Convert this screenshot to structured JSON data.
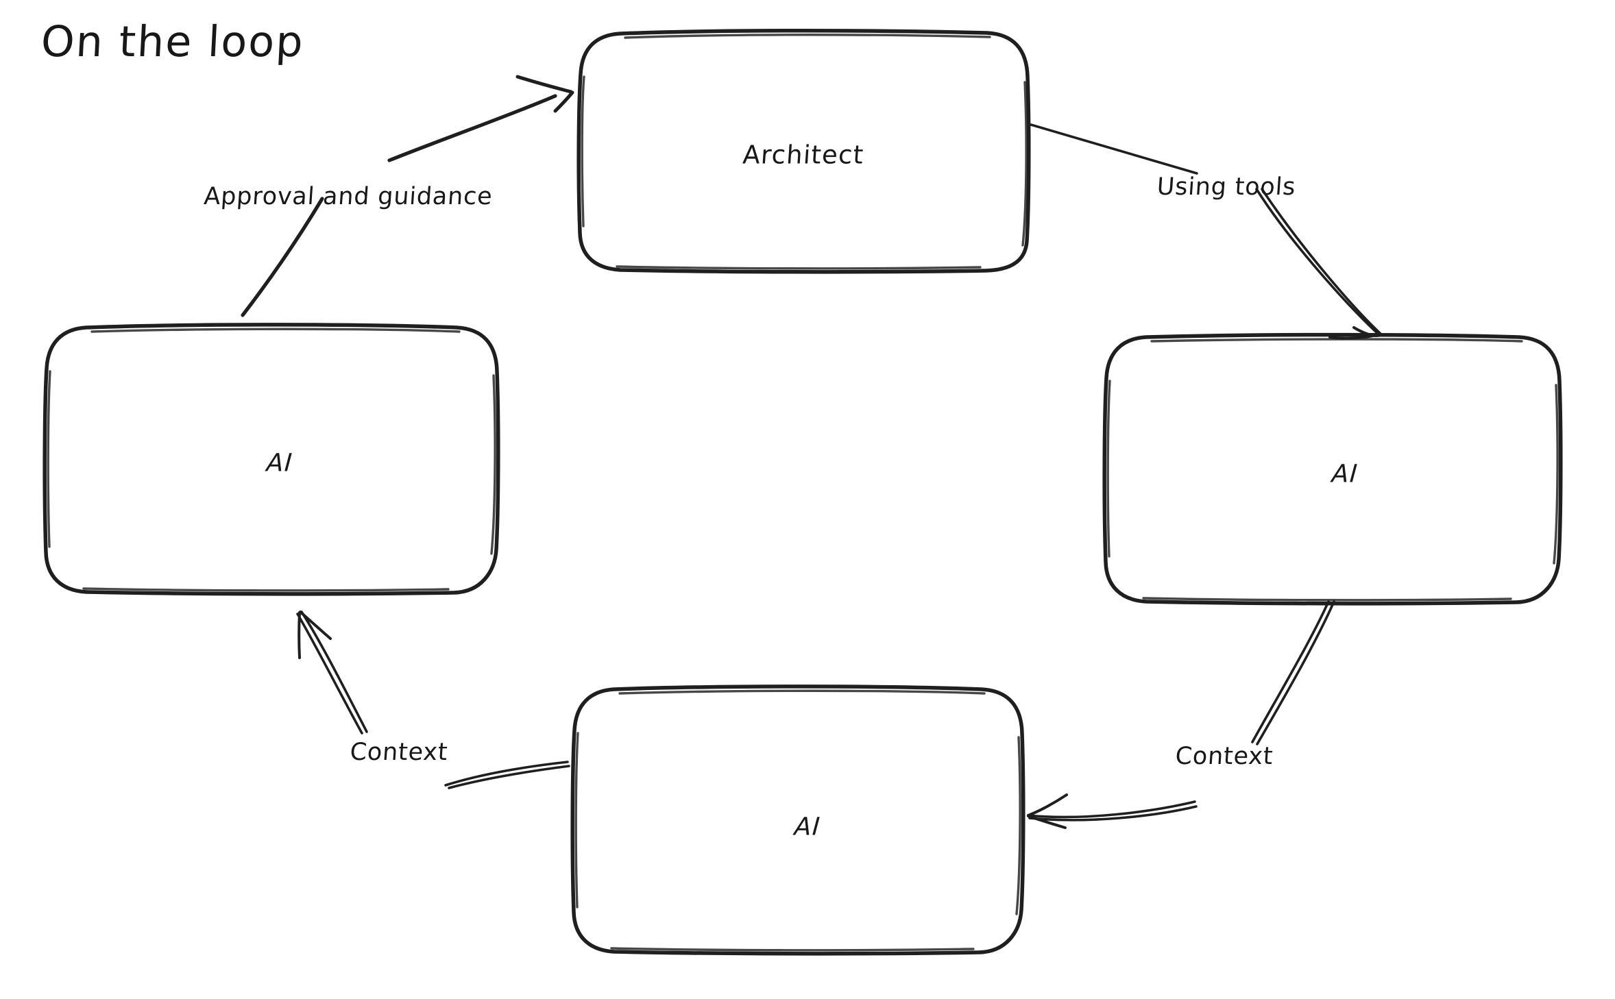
{
  "title": "On the loop",
  "background_color": "#ffffff",
  "stroke_color": "#1f1f1f",
  "text_color": "#18181b",
  "style": "hand-drawn sketch",
  "nodes": [
    {
      "id": "architect",
      "label": "Architect",
      "position": "top"
    },
    {
      "id": "ai-right",
      "label": "AI",
      "position": "right"
    },
    {
      "id": "ai-bottom",
      "label": "AI",
      "position": "bottom"
    },
    {
      "id": "ai-left",
      "label": "AI",
      "position": "left"
    }
  ],
  "edges": [
    {
      "id": "edge-using-tools",
      "label": "Using tools",
      "from": "architect",
      "to": "ai-right"
    },
    {
      "id": "edge-context-right",
      "label": "Context",
      "from": "ai-right",
      "to": "ai-bottom"
    },
    {
      "id": "edge-context-left",
      "label": "Context",
      "from": "ai-bottom",
      "to": "ai-left"
    },
    {
      "id": "edge-approval",
      "label": "Approval and guidance",
      "from": "ai-left",
      "to": "architect"
    }
  ]
}
